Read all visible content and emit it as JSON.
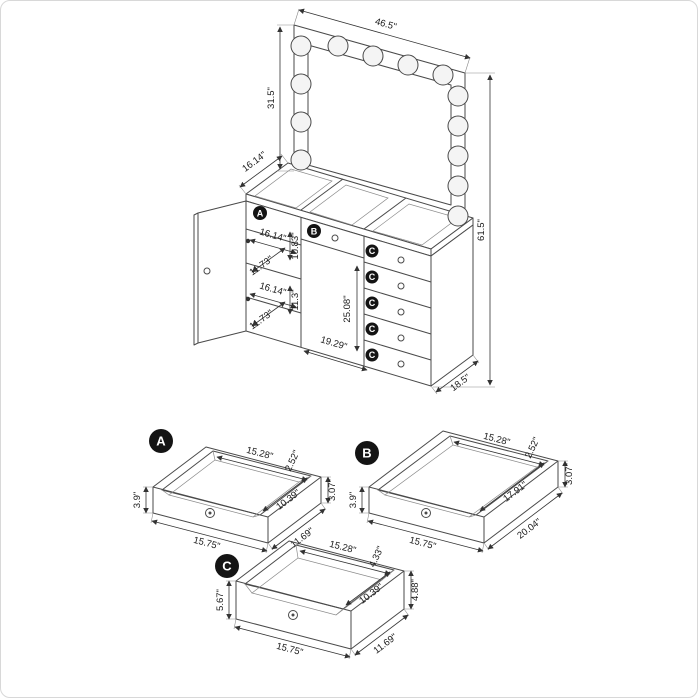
{
  "colors": {
    "line": "#4a4a4a",
    "dimension": "#333333",
    "badge_bg": "#141414",
    "badge_fg": "#ffffff",
    "background": "#ffffff",
    "border": "#d8d8d8"
  },
  "main_view": {
    "dims": {
      "mirror_width": "46.5\"",
      "mirror_height": "31.5\"",
      "total_height": "61.5\"",
      "top_depth": "16.14\"",
      "upper_width": "16.14\"",
      "upper_height": "10.83\"",
      "upper_depth": "11.73\"",
      "lower_width": "16.14\"",
      "lower_height": "11.3\"",
      "lower_depth": "11.73\"",
      "shelf_height": "25.08\"",
      "shelf_width": "19.29\"",
      "base_depth": "18.5\""
    },
    "badges": {
      "cabinet": "A",
      "middle": "B",
      "bank": [
        "C",
        "C",
        "C",
        "C",
        "C"
      ]
    }
  },
  "details": [
    {
      "label": "A",
      "inner_width": "15.28\"",
      "clearance": "2.52\"",
      "inner_depth": "10.39\"",
      "outer_height": "3.9\"",
      "inner_height": "3.07\"",
      "outer_width": "15.75\"",
      "outer_depth": "11.69\""
    },
    {
      "label": "B",
      "inner_width": "15.28\"",
      "clearance": "2.52\"",
      "inner_depth": "17.91\"",
      "outer_height": "3.9\"",
      "inner_height": "3.07\"",
      "outer_width": "15.75\"",
      "outer_depth": "20.04\""
    },
    {
      "label": "C",
      "inner_width": "15.28\"",
      "clearance": "4.33\"",
      "inner_depth": "10.39\"",
      "outer_height": "5.67\"",
      "inner_height": "4.88\"",
      "outer_width": "15.75\"",
      "outer_depth": "11.69\""
    }
  ]
}
